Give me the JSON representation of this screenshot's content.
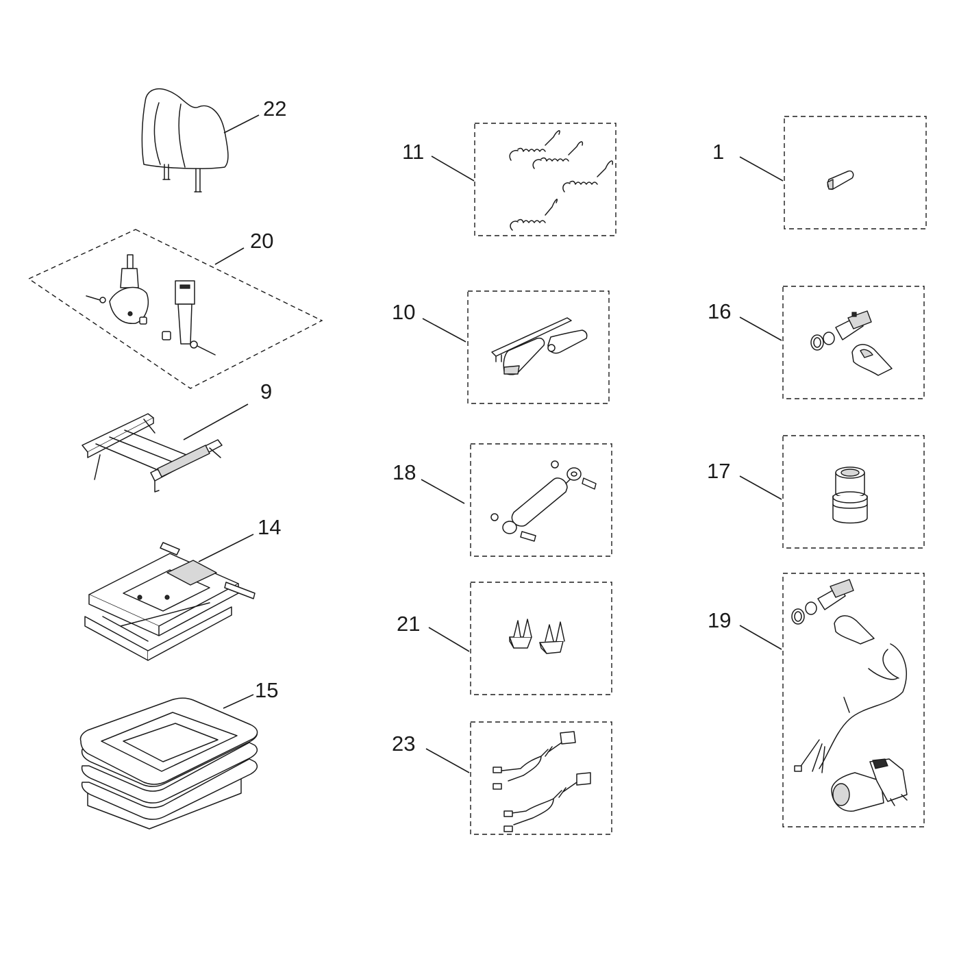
{
  "diagram": {
    "type": "exploded parts diagram",
    "callouts": [
      {
        "id": "22",
        "label": "22",
        "part": "headrest",
        "kit_box": false
      },
      {
        "id": "20",
        "label": "20",
        "part": "seat-belt-buckle-kit",
        "kit_box": "dashed-diamond"
      },
      {
        "id": "9",
        "label": "9",
        "part": "seat-slide-rails",
        "kit_box": false
      },
      {
        "id": "14",
        "label": "14",
        "part": "suspension-scissor-base",
        "kit_box": false
      },
      {
        "id": "15",
        "label": "15",
        "part": "suspension-bellows",
        "kit_box": false
      },
      {
        "id": "11",
        "label": "11",
        "part": "spring-kit",
        "kit_box": true
      },
      {
        "id": "10",
        "label": "10",
        "part": "adjustment-lever-kit",
        "kit_box": true
      },
      {
        "id": "18",
        "label": "18",
        "part": "shock-absorber-kit",
        "kit_box": true
      },
      {
        "id": "21",
        "label": "21",
        "part": "stop-bracket-kit",
        "kit_box": true
      },
      {
        "id": "23",
        "label": "23",
        "part": "wiring-harness-kit",
        "kit_box": true
      },
      {
        "id": "1",
        "label": "1",
        "part": "handle-knob-kit",
        "kit_box": true
      },
      {
        "id": "16",
        "label": "16",
        "part": "height-valve-kit",
        "kit_box": true
      },
      {
        "id": "17",
        "label": "17",
        "part": "air-spring-kit",
        "kit_box": true
      },
      {
        "id": "19",
        "label": "19",
        "part": "compressor-kit",
        "kit_box": true
      }
    ]
  }
}
